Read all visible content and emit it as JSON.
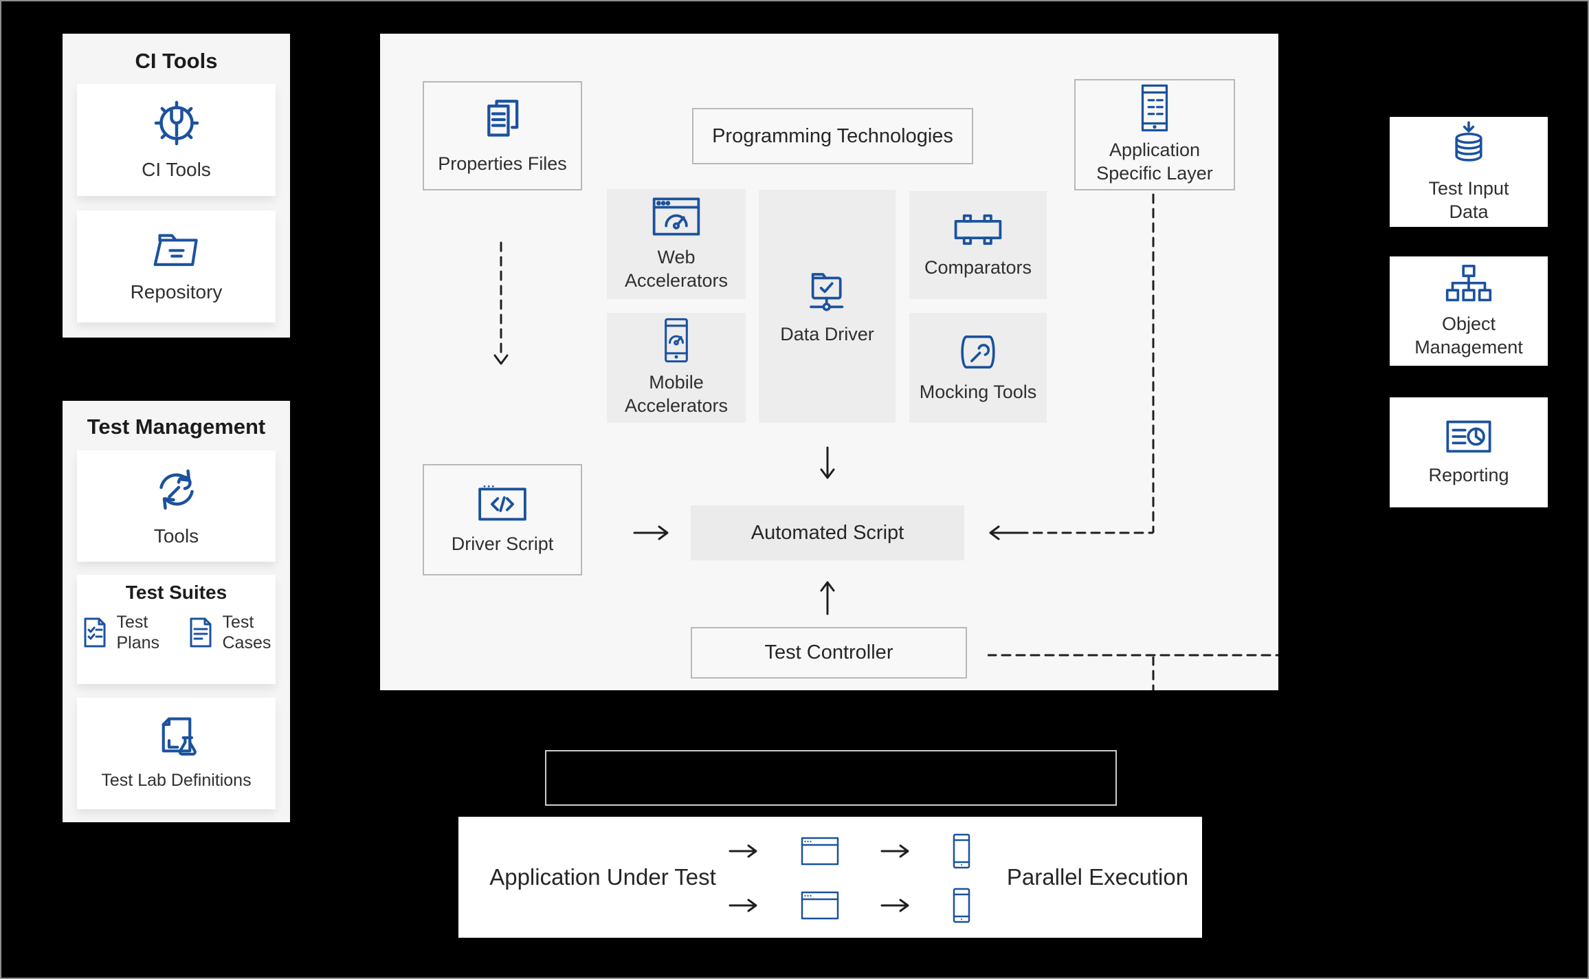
{
  "colors": {
    "background": "#000000",
    "accent_blue": "#1b529e",
    "panel_bg": "#f7f7f7",
    "sidebar_bg": "#f5f5f5",
    "card_bg": "#ffffff",
    "inner_box_bg": "#ededed",
    "border_gray": "#b8b8b8",
    "text": "#262626"
  },
  "ci_tools_panel": {
    "title": "CI Tools",
    "cards": [
      {
        "icon": "ci-tools-icon",
        "label": "CI Tools"
      },
      {
        "icon": "repository-icon",
        "label": "Repository"
      }
    ]
  },
  "test_management_panel": {
    "title": "Test Management",
    "tools_card": {
      "icon": "tools-icon",
      "label": "Tools"
    },
    "test_suites_card": {
      "title": "Test Suites",
      "items": [
        {
          "icon": "test-plans-icon",
          "label": "Test Plans"
        },
        {
          "icon": "test-cases-icon",
          "label": "Test Cases"
        }
      ]
    },
    "test_lab_card": {
      "icon": "test-lab-definitions-icon",
      "label": "Test Lab Definitions"
    }
  },
  "framework_panel": {
    "properties_files_label": "Properties Files",
    "programming_technologies_label": "Programming Technologies",
    "application_specific_layer_label": "Application Specific Layer",
    "web_accelerators_label": "Web Accelerators",
    "mobile_accelerators_label": "Mobile Accelerators",
    "data_driver_label": "Data Driver",
    "comparators_label": "Comparators",
    "mocking_tools_label": "Mocking Tools",
    "driver_script_label": "Driver Script",
    "automated_script_label": "Automated Script",
    "test_controller_label": "Test Controller"
  },
  "right_column": {
    "test_input_data_label": "Test Input Data",
    "object_management_label": "Object Management",
    "reporting_label": "Reporting"
  },
  "bottom_panel": {
    "application_under_test_label": "Application Under Test",
    "parallel_execution_label": "Parallel Execution"
  },
  "icons": {
    "properties_files": "copy-documents-icon",
    "application_specific_layer": "mobile-list-icon",
    "web_accelerators": "browser-speedometer-icon",
    "mobile_accelerators": "phone-speedometer-icon",
    "data_driver": "folder-network-icon",
    "comparators": "chip-icon",
    "mocking_tools": "blueprint-wrench-icon",
    "driver_script": "code-window-icon",
    "test_input_data": "database-download-icon",
    "object_management": "hierarchy-icon",
    "reporting": "report-chart-icon",
    "aut_browser": "browser-window-icon",
    "aut_phone": "smartphone-icon"
  }
}
